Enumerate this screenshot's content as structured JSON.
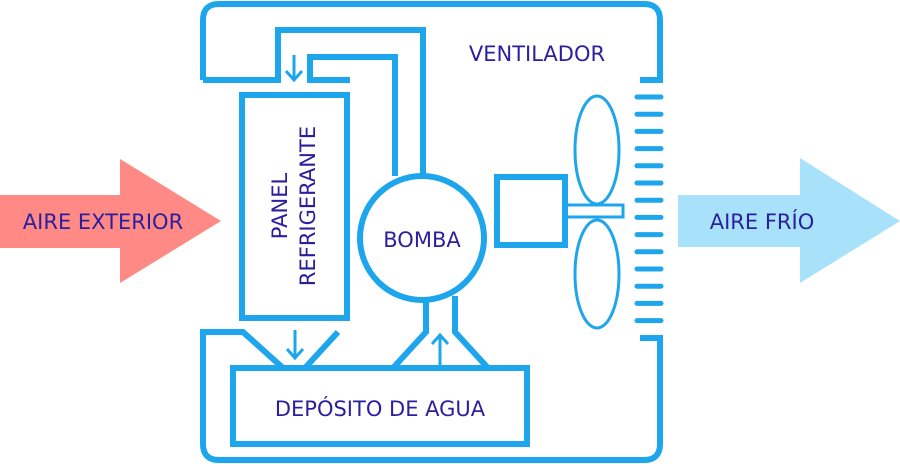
{
  "labels": {
    "inlet_air": "AIRE EXTERIOR",
    "outlet_air": "AIRE FRÍO",
    "fan": "VENTILADOR",
    "panel_line1": "PANEL",
    "panel_line2": "REFRIGERANTE",
    "pump": "BOMBA",
    "tank": "DEPÓSITO DE AGUA"
  },
  "colors": {
    "line": "#1ea6ec",
    "text": "#2a1f9e",
    "inlet_arrow": "#ff8a85",
    "outlet_arrow": "#a8e2fa"
  }
}
